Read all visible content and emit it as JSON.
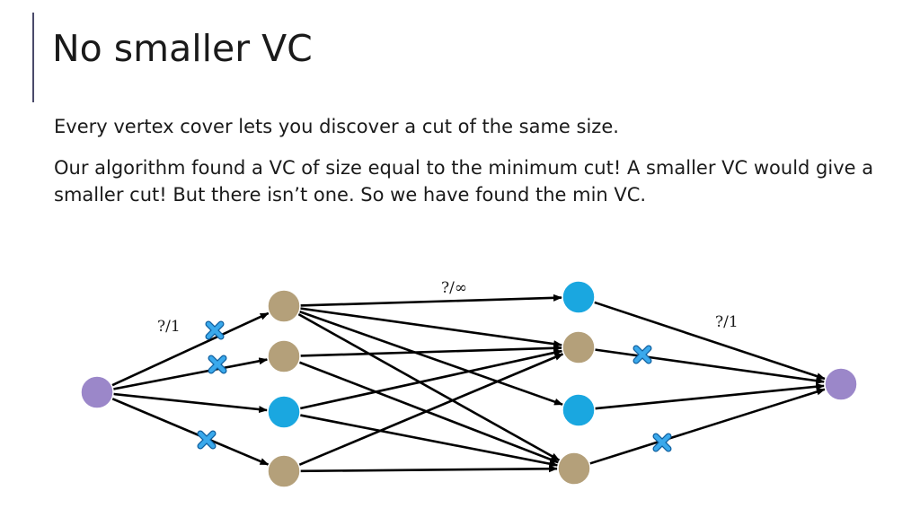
{
  "slide": {
    "title": "No smaller VC",
    "paragraphs": [
      "Every vertex cover lets you discover a cut of the same size.",
      "Our algorithm found a VC of size equal to the minimum cut! A smaller VC would give a smaller cut! But there isn’t one. So we have found the min VC."
    ]
  },
  "diagram": {
    "labels": {
      "left_capacity": "?/1",
      "middle_capacity": "?/∞",
      "right_capacity": "?/1"
    },
    "colors": {
      "source_sink": "#9b87c9",
      "in_cover": "#b4a07a",
      "not_in_cover": "#1aa7e0",
      "edge": "#000000",
      "cut_marker": "#1e8fd6"
    },
    "nodes": {
      "source": {
        "role": "source"
      },
      "sink": {
        "role": "sink"
      },
      "left": [
        {
          "id": "L1",
          "in_cover": true
        },
        {
          "id": "L2",
          "in_cover": true
        },
        {
          "id": "L3",
          "in_cover": false
        },
        {
          "id": "L4",
          "in_cover": true
        }
      ],
      "right": [
        {
          "id": "R1",
          "in_cover": false
        },
        {
          "id": "R2",
          "in_cover": true
        },
        {
          "id": "R3",
          "in_cover": false
        },
        {
          "id": "R4",
          "in_cover": true
        }
      ]
    },
    "edges": [
      {
        "from": "source",
        "to": "L1",
        "cut": true
      },
      {
        "from": "source",
        "to": "L2",
        "cut": true
      },
      {
        "from": "source",
        "to": "L3",
        "cut": false
      },
      {
        "from": "source",
        "to": "L4",
        "cut": true
      },
      {
        "from": "L1",
        "to": "R1",
        "cut": false
      },
      {
        "from": "L1",
        "to": "R2",
        "cut": false
      },
      {
        "from": "L1",
        "to": "R3",
        "cut": false
      },
      {
        "from": "L1",
        "to": "R4",
        "cut": false
      },
      {
        "from": "L2",
        "to": "R2",
        "cut": false
      },
      {
        "from": "L2",
        "to": "R4",
        "cut": false
      },
      {
        "from": "L3",
        "to": "R2",
        "cut": false
      },
      {
        "from": "L3",
        "to": "R4",
        "cut": false
      },
      {
        "from": "L4",
        "to": "R2",
        "cut": false
      },
      {
        "from": "L4",
        "to": "R4",
        "cut": false
      },
      {
        "from": "R1",
        "to": "sink",
        "cut": false
      },
      {
        "from": "R2",
        "to": "sink",
        "cut": true
      },
      {
        "from": "R3",
        "to": "sink",
        "cut": false
      },
      {
        "from": "R4",
        "to": "sink",
        "cut": true
      }
    ]
  }
}
